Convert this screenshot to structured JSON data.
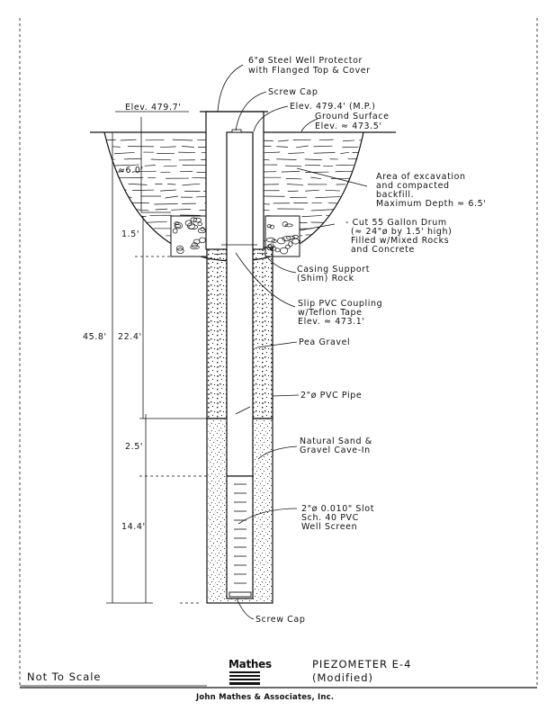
{
  "labels": {
    "protector": [
      "6\"ø Steel Well Protector",
      "with Flanged Top & Cover"
    ],
    "screw_cap_top": "Screw Cap",
    "elev_mp": "Elev. 479.4' (M.P.)",
    "elev_top": "Elev. 479.7'",
    "ground": [
      "Ground Surface",
      "Elev. ≈ 473.5'"
    ],
    "excavation": [
      "Area of excavation",
      "and compacted",
      "backfill.",
      "Maximum Depth ≈ 6.5'"
    ],
    "drum": [
      "- Cut 55 Gallon Drum",
      "(≈ 24\"ø by 1.5' high)",
      "Filled w/Mixed Rocks",
      "and Concrete"
    ],
    "casing": [
      "Casing Support",
      "(Shim) Rock"
    ],
    "coupling": [
      "Slip PVC Coupling",
      "w/Teflon Tape",
      "Elev. ≈ 473.1'"
    ],
    "pea_gravel": "Pea Gravel",
    "pvc_pipe": "2\"ø PVC Pipe",
    "cave_in": [
      "Natural Sand &",
      "Gravel Cave-In"
    ],
    "screen": [
      "2\"ø 0.010\" Slot",
      "Sch. 40 PVC",
      "Well Screen"
    ],
    "screw_cap_bottom": "Screw Cap"
  },
  "dimensions": {
    "d_6_0": "≈6.0'",
    "d_1_5": "1.5'",
    "d_45_8": "45.8'",
    "d_22_4": "22.4'",
    "d_2_5": "2.5'",
    "d_14_4": "14.4'"
  },
  "titleblock": {
    "not_to_scale": "Not To Scale",
    "title": "PIEZOMETER E-4",
    "subtitle": "(Modified)",
    "company": "John Mathes & Associates, Inc.",
    "logo_text": "Mathes"
  }
}
